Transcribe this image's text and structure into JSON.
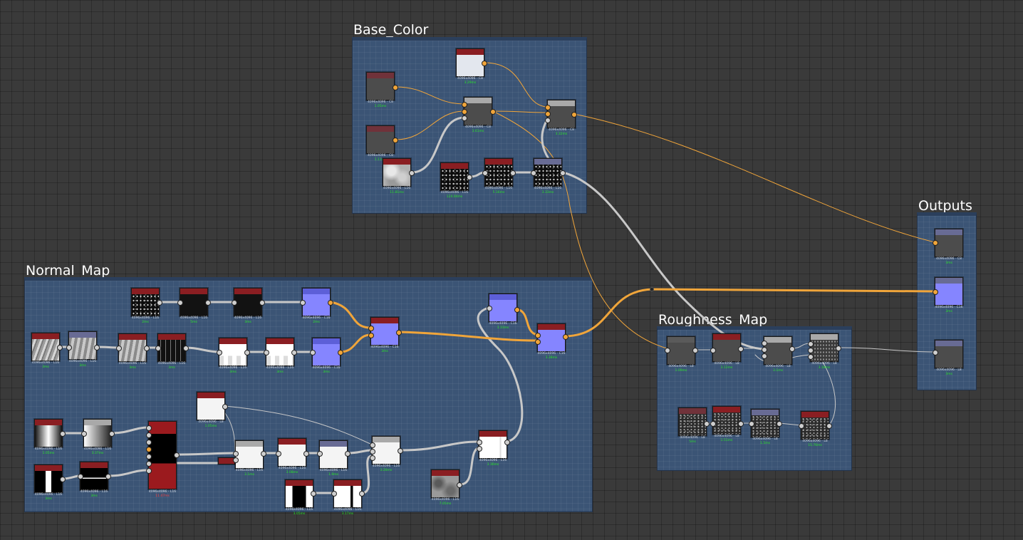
{
  "frames": {
    "base_color": {
      "title": "Base_Color"
    },
    "outputs": {
      "title": "Outputs"
    },
    "normal_map": {
      "title": "Normal_Map"
    },
    "roughness_map": {
      "title": "Roughness_Map"
    }
  },
  "node_labels": {
    "c8": "4096x4096 - C8",
    "l16": "4096x4096 - L16",
    "c16": "4096x4096 - C16",
    "l8": "4096x4096 - L8"
  },
  "timings": {
    "bc_top": "3.29ms",
    "bc_left1": "1.05ms",
    "bc_mid": "3.61ms",
    "bc_left2": "1.11ms",
    "bc_right": "3.32ms",
    "bc_cloud": "11.81ms",
    "bc_noise1": "124.04ms",
    "bc_noise2": "5.16ms",
    "bc_noise3": "3.33ms",
    "nm_n1": "2ms",
    "nm_n2": "5ms",
    "nm_n3": "3ms",
    "nm_b1": "2ms",
    "nm_blend": "3ms",
    "nm_b2": "3.33ms",
    "nm_b3": "3.38ms",
    "nm_w1": "3ms",
    "nm_w2": "3ms",
    "nm_w3": "3ms",
    "nm_w4": "3ms",
    "nm_c1": "3ms",
    "nm_c2": "3ms",
    "nm_b4": "3ms",
    "nm_g1": "1.05ms",
    "nm_g2": "3.37ms",
    "nm_tall": "11.47ms",
    "nm_bar": "3ms",
    "nm_bar2": "3ms",
    "nm_white1": "1.05ms",
    "nm_white2": "3.1ms",
    "nm_white3": "3.08ms",
    "nm_white4": "1.9ms",
    "nm_gray": "3.28ms",
    "nm_right": "3.36ms",
    "nm_bw1": "3.05ms",
    "nm_bw2": "3.17ms",
    "nm_marble": "7.05ms",
    "rm_1": "1.09ms",
    "rm_2": "3.12ms",
    "rm_3": "3.1ms",
    "rm_4": "3.18ms",
    "rm_5": "5ms",
    "rm_6": "1.51ms",
    "rm_7": "1.5ms",
    "rm_8": "15.76ms",
    "out_1": "3ms",
    "out_2": "3ms",
    "out_3": "3ms"
  },
  "colors": {
    "graph_bg": "#3a3a3a",
    "frame_bg": "#3b5475",
    "wire_orange": "#f0a53a",
    "wire_gray": "#c0c0c0",
    "timing_green": "#29e329",
    "timing_red": "#ff4040"
  }
}
